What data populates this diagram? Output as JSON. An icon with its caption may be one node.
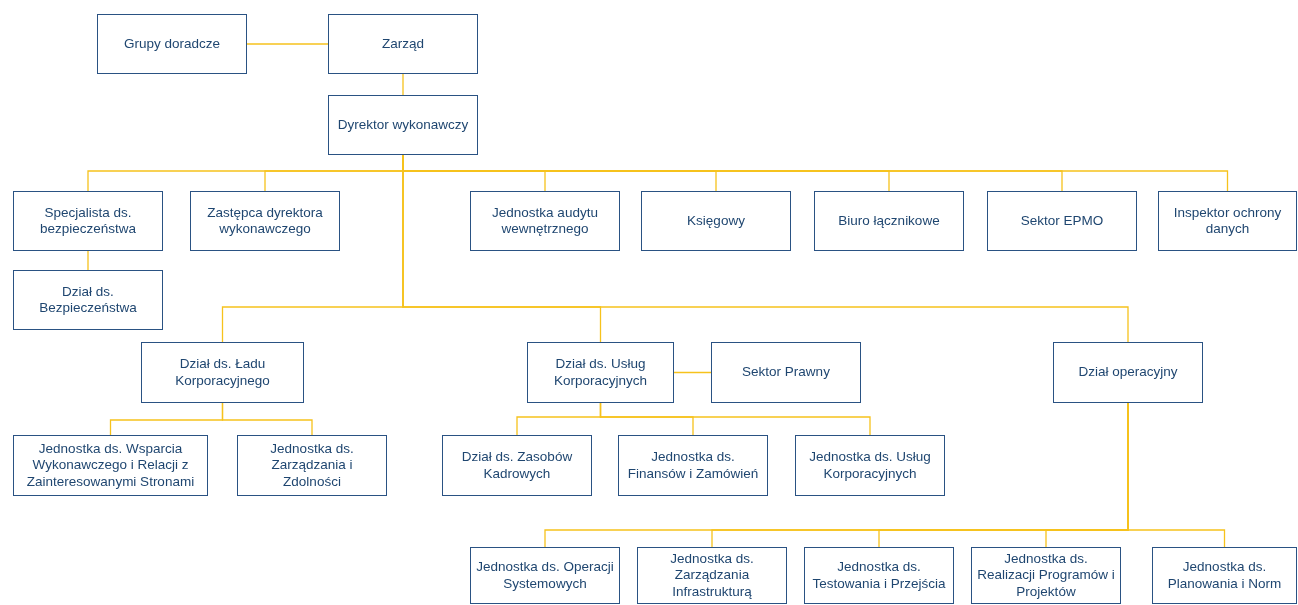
{
  "diagram": {
    "nodes": [
      {
        "text": [
          "Grupy doradcze"
        ]
      },
      {
        "text": [
          "Zarząd"
        ]
      },
      {
        "text": [
          "Dyrektor wykonawczy"
        ]
      },
      {
        "text": [
          "Specjalista ds. bezpieczeństwa"
        ]
      },
      {
        "text": [
          "Zastępca dyrektora wykonawczego"
        ]
      },
      {
        "text": [
          "Jednostka audytu wewnętrznego"
        ]
      },
      {
        "text": [
          "Księgowy"
        ]
      },
      {
        "text": [
          "Biuro łącznikowe"
        ]
      },
      {
        "text": [
          "Sektor EPMO"
        ]
      },
      {
        "text": [
          "Inspektor ochrony danych"
        ]
      },
      {
        "text": [
          "Dział ds. Bezpieczeństwa"
        ]
      },
      {
        "text": [
          "Dział ds. Ładu Korporacyjnego"
        ]
      },
      {
        "text": [
          "Dział ds. Usług Korporacyjnych"
        ]
      },
      {
        "text": [
          "Sektor Prawny"
        ]
      },
      {
        "text": [
          "Dział operacyjny"
        ]
      },
      {
        "text": [
          "Jednostka ds. Wsparcia Wykonawczego i Relacji z Zainteresowanymi Stronami"
        ]
      },
      {
        "text": [
          "Jednostka ds. Zarządzania i Zdolności"
        ]
      },
      {
        "text": [
          "Dział ds. Zasobów Kadrowych"
        ]
      },
      {
        "text": [
          "Jednostka ds. Finansów i Zamówień"
        ]
      },
      {
        "text": [
          "Jednostka ds. Usług Korporacyjnych"
        ]
      },
      {
        "text": [
          "Jednostka ds. Operacji Systemowych"
        ]
      },
      {
        "text": [
          "Jednostka ds. Zarządzania Infrastrukturą"
        ]
      },
      {
        "text": [
          "Jednostka ds. Testowania i Przejścia"
        ]
      },
      {
        "text": [
          "Jednostka ds. Realizacji Programów i Projektów"
        ]
      },
      {
        "text": [
          "Jednostka ds. Planowania i Norm"
        ]
      }
    ],
    "edges": [
      {
        "from": 1,
        "to": 0,
        "arrow": "none"
      },
      {
        "from": 1,
        "to": 2,
        "arrow": "none"
      },
      {
        "from": 2,
        "to": 3,
        "arrow": "none"
      },
      {
        "from": 2,
        "to": 4,
        "arrow": "none"
      },
      {
        "from": 2,
        "to": 5,
        "arrow": "none"
      },
      {
        "from": 2,
        "to": 6,
        "arrow": "none"
      },
      {
        "from": 2,
        "to": 7,
        "arrow": "none"
      },
      {
        "from": 2,
        "to": 8,
        "arrow": "none"
      },
      {
        "from": 2,
        "to": 9,
        "arrow": "none"
      },
      {
        "from": 3,
        "to": 10,
        "arrow": "none"
      },
      {
        "from": 2,
        "to": 11,
        "arrow": "none"
      },
      {
        "from": 2,
        "to": 12,
        "arrow": "none"
      },
      {
        "from": 2,
        "to": 14,
        "arrow": "none"
      },
      {
        "from": 12,
        "to": 13,
        "arrow": "none"
      },
      {
        "from": 11,
        "to": 15,
        "arrow": "none"
      },
      {
        "from": 11,
        "to": 16,
        "arrow": "none"
      },
      {
        "from": 12,
        "to": 17,
        "arrow": "none"
      },
      {
        "from": 12,
        "to": 18,
        "arrow": "none"
      },
      {
        "from": 12,
        "to": 19,
        "arrow": "none"
      },
      {
        "from": 14,
        "to": 20,
        "arrow": "none"
      },
      {
        "from": 14,
        "to": 21,
        "arrow": "none"
      },
      {
        "from": 14,
        "to": 22,
        "arrow": "none"
      },
      {
        "from": 14,
        "to": 23,
        "arrow": "none"
      },
      {
        "from": 14,
        "to": 24,
        "arrow": "none"
      }
    ]
  }
}
